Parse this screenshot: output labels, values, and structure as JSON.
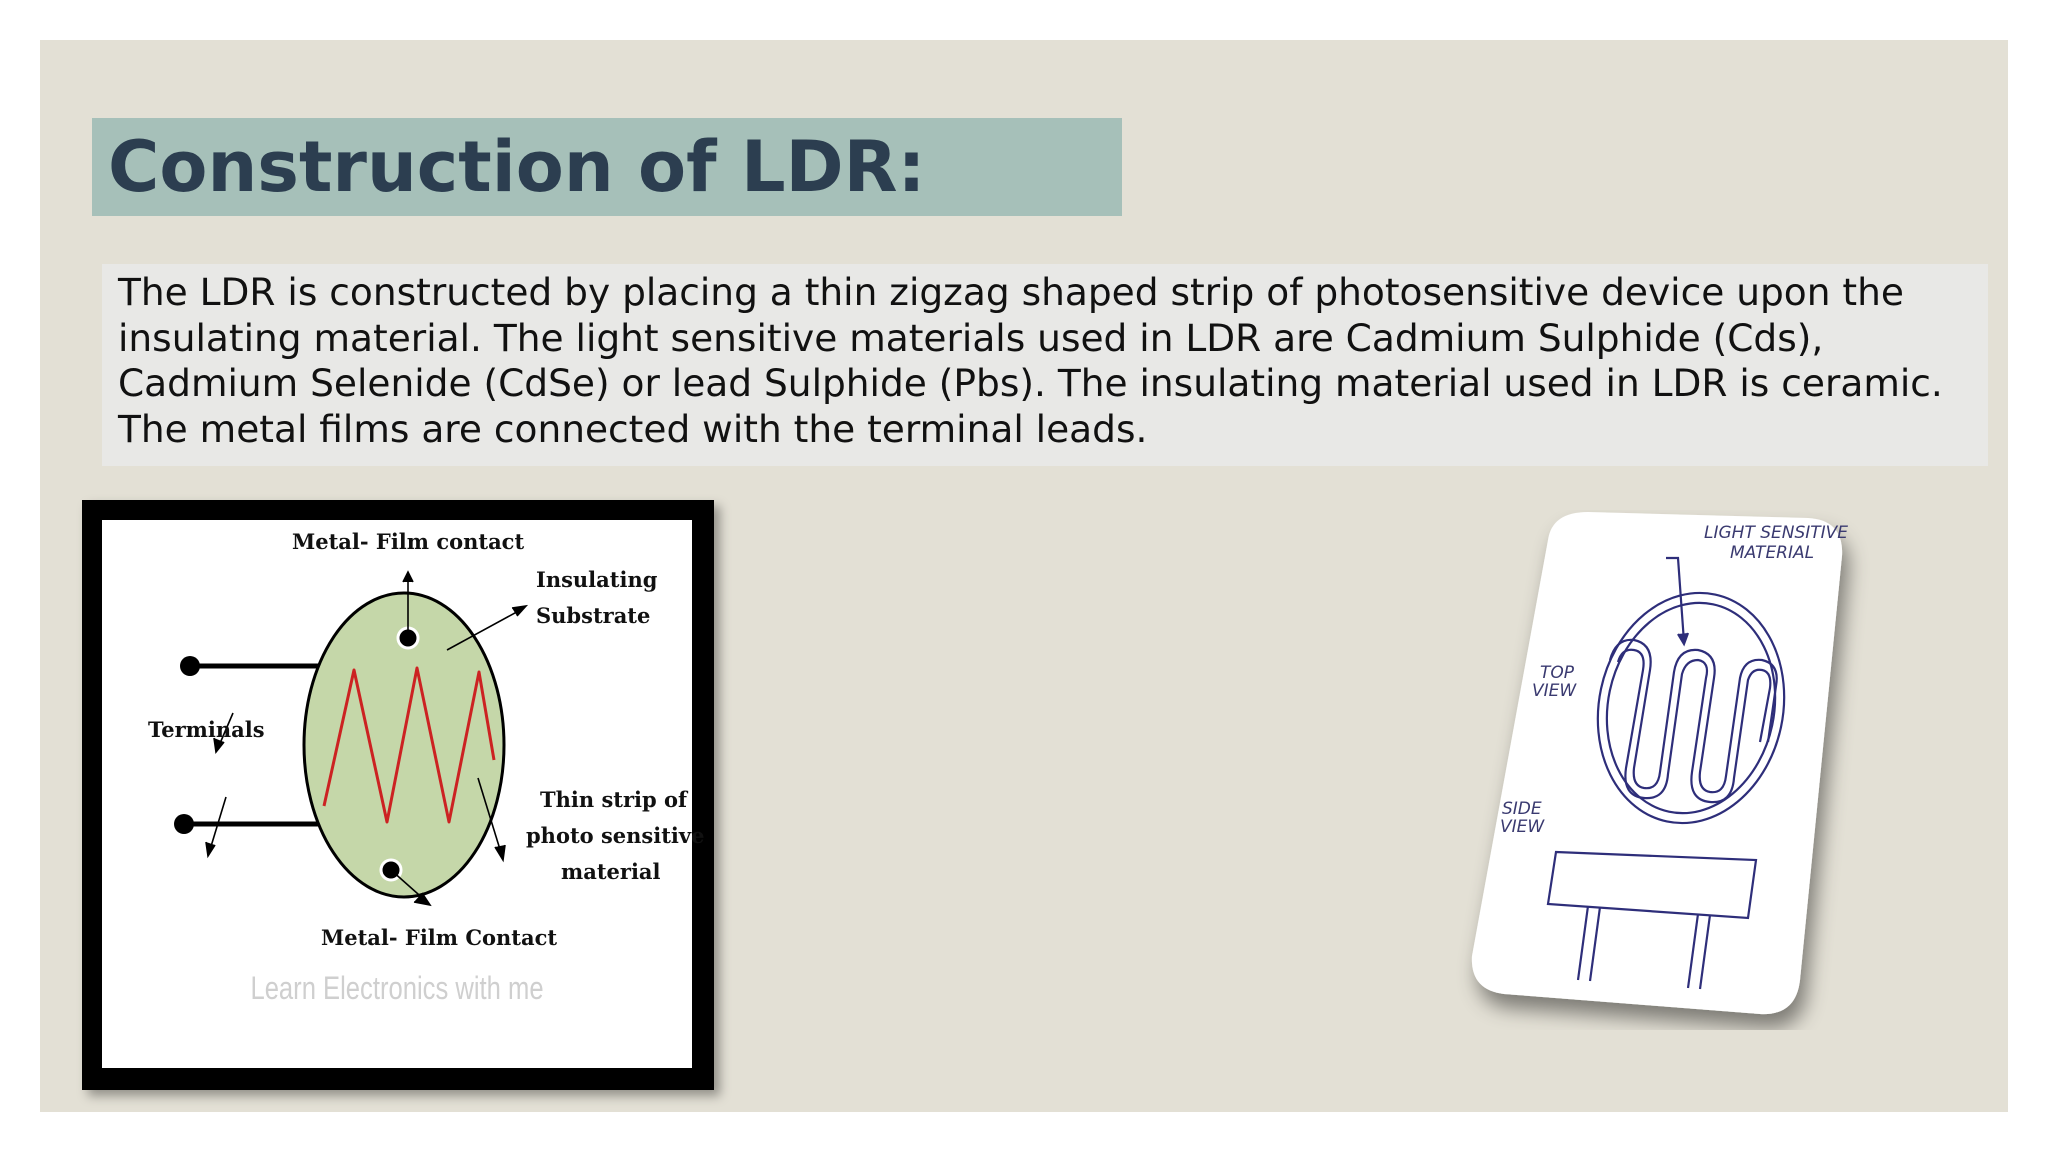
{
  "slide": {
    "title": "Construction of LDR:",
    "body": "The LDR is constructed by placing a thin zigzag shaped strip of photosensitive device upon the insulating material. The light sensitive materials used in LDR are Cadmium Sulphide (Cds), Cadmium Selenide (CdSe) or lead Sulphide (Pbs). The insulating material used in LDR is ceramic. The metal films are connected with the terminal leads."
  },
  "left_diagram": {
    "label_top_contact": "Metal- Film contact",
    "label_substrate_1": "Insulating",
    "label_substrate_2": "Substrate",
    "label_terminals": "Terminals",
    "label_strip_1": "Thin strip of",
    "label_strip_2": "photo sensitive",
    "label_strip_3": "material",
    "label_bottom_contact": "Metal- Film Contact",
    "watermark": "Learn Electronics with me",
    "colors": {
      "disc": "#c5d7a9",
      "zigzag": "#cc2222"
    }
  },
  "right_diagram": {
    "label_material_1": "LIGHT SENSITIVE",
    "label_material_2": "MATERIAL",
    "label_top_1": "TOP",
    "label_top_2": "VIEW",
    "label_side_1": "SIDE",
    "label_side_2": "VIEW",
    "colors": {
      "ink": "#2e2e7a"
    }
  }
}
